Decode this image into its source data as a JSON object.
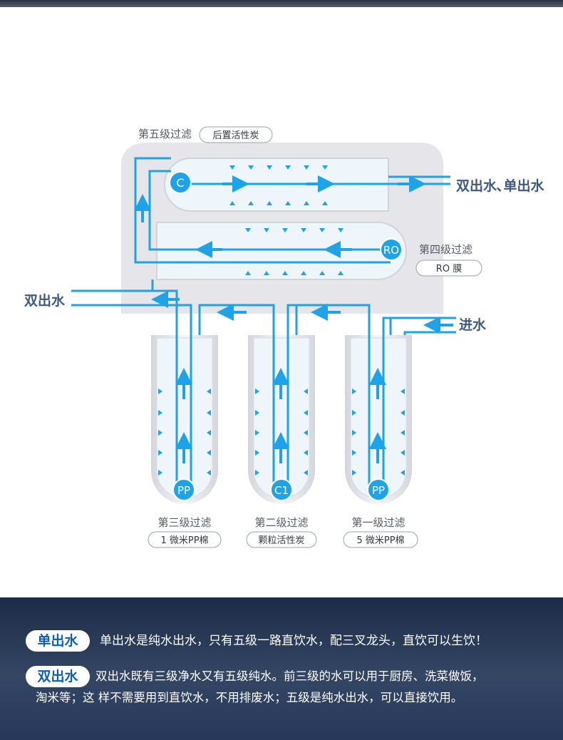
{
  "stages": {
    "stage5": {
      "title": "第五级过滤",
      "tag": "后置活性炭",
      "marker": "C"
    },
    "stage4": {
      "title": "第四级过滤",
      "tag": "RO 膜",
      "marker": "RO"
    },
    "stage3": {
      "title": "第三级过滤",
      "tag": "1 微米PP棉",
      "marker": "PP"
    },
    "stage2": {
      "title": "第二级过滤",
      "tag": "颗粒活性炭",
      "marker": "C1"
    },
    "stage1": {
      "title": "第一级过滤",
      "tag": "5 微米PP棉",
      "marker": "PP"
    }
  },
  "flows": {
    "outlet_right": "双出水､单出水",
    "outlet_left": "双出水",
    "inlet": "进水"
  },
  "notes": {
    "single": {
      "badge": "单出水",
      "text": "单出水是纯水出水，只有五级一路直饮水，配三叉龙头，直饮可以生饮！"
    },
    "double": {
      "badge": "双出水",
      "line1": "双出水既有三级净水又有五级纯水。前三级的水可以用于厨房、洗菜做饭，",
      "line2": "淘米等；这 样不需要用到直饮水，不用排废水；五级是纯水出水，可以直接饮用。"
    }
  },
  "colors": {
    "accent": "#1ea3e8",
    "label": "#3e5a7e",
    "panel": "#e6e6ea",
    "water": "#eef6fc"
  }
}
